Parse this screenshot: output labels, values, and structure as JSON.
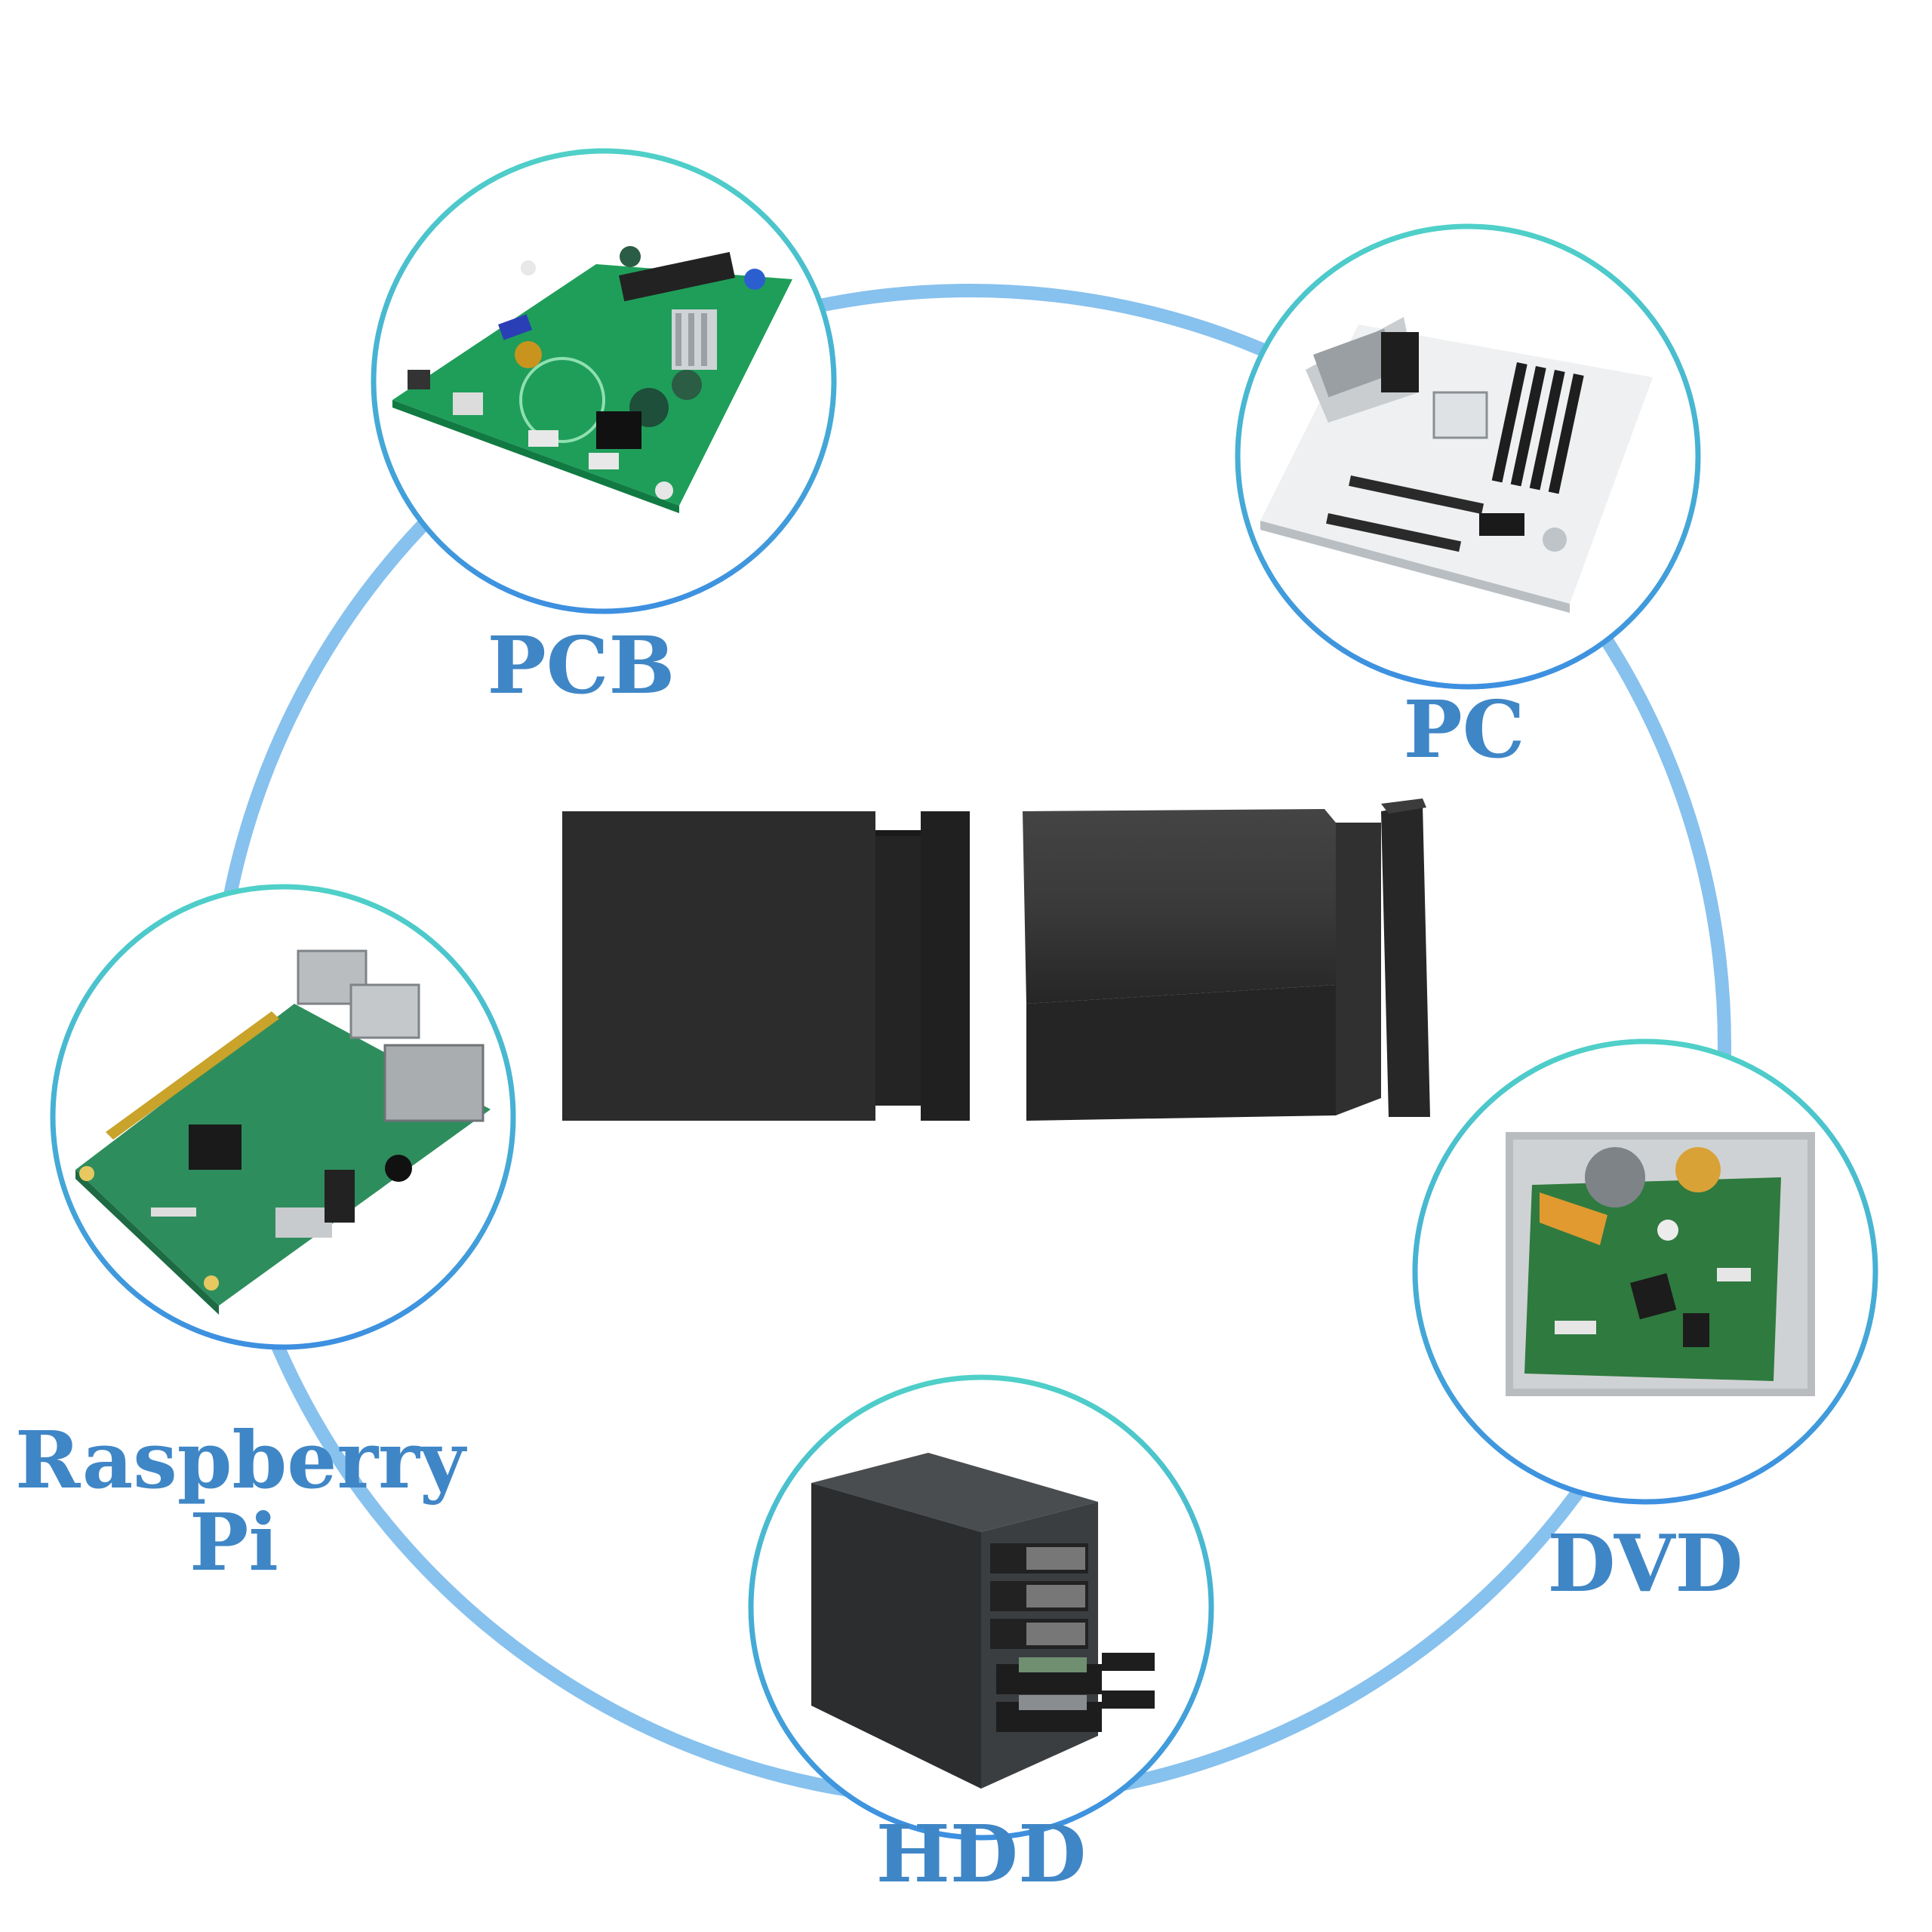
{
  "labels": {
    "pcb": "PCB",
    "pc": "PC",
    "raspberry_line1": "Raspberry",
    "raspberry_line2": "Pi",
    "dvd": "DVD",
    "hdd": "HDD"
  },
  "colors": {
    "ring": "#87c1ee",
    "circle_border_top": "#4fd0c8",
    "circle_border_bottom": "#3d8fe0",
    "label": "#3f86c6",
    "connector": "#2c2c2c",
    "connector_dark": "#1c1c1c"
  },
  "icons": {
    "pcb": "pcb-board-icon",
    "pc": "motherboard-icon",
    "raspberry": "raspberry-pi-board-icon",
    "dvd": "dvd-drive-icon",
    "hdd": "hdd-enclosure-icon",
    "adapter": "connector-adapter-icon"
  }
}
